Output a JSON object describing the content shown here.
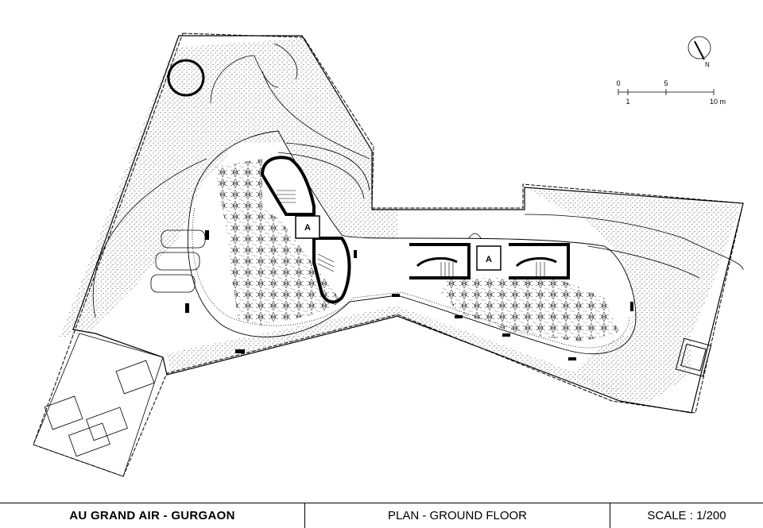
{
  "titleblock": {
    "project": "AU GRAND AIR - GURGAON",
    "drawing": "PLAN - GROUND FLOOR",
    "scale": "SCALE : 1/200"
  },
  "scale_bar": {
    "tick_0": "0",
    "tick_1": "1",
    "tick_5": "5",
    "tick_10": "10 m"
  },
  "north_arrow": {
    "label": "N"
  },
  "lifts": {
    "west_core": "A",
    "east_core": "A"
  },
  "colors": {
    "ink": "#000000",
    "paper": "#ffffff"
  }
}
